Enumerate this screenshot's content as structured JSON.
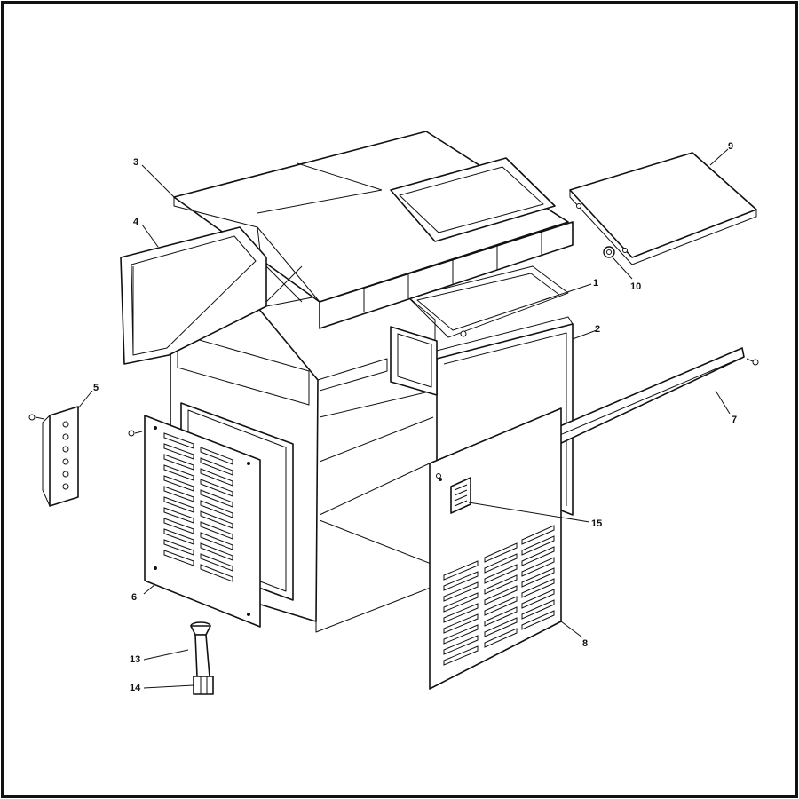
{
  "diagram": {
    "callouts": [
      {
        "id": "part-1",
        "number": "1"
      },
      {
        "id": "part-2",
        "number": "2"
      },
      {
        "id": "part-3",
        "number": "3"
      },
      {
        "id": "part-4",
        "number": "4"
      },
      {
        "id": "part-5",
        "number": "5"
      },
      {
        "id": "part-6",
        "number": "6"
      },
      {
        "id": "part-7",
        "number": "7"
      },
      {
        "id": "part-8",
        "number": "8"
      },
      {
        "id": "part-9",
        "number": "9"
      },
      {
        "id": "part-10",
        "number": "10"
      },
      {
        "id": "part-13",
        "number": "13"
      },
      {
        "id": "part-14",
        "number": "14"
      },
      {
        "id": "part-15",
        "number": "15"
      }
    ]
  }
}
